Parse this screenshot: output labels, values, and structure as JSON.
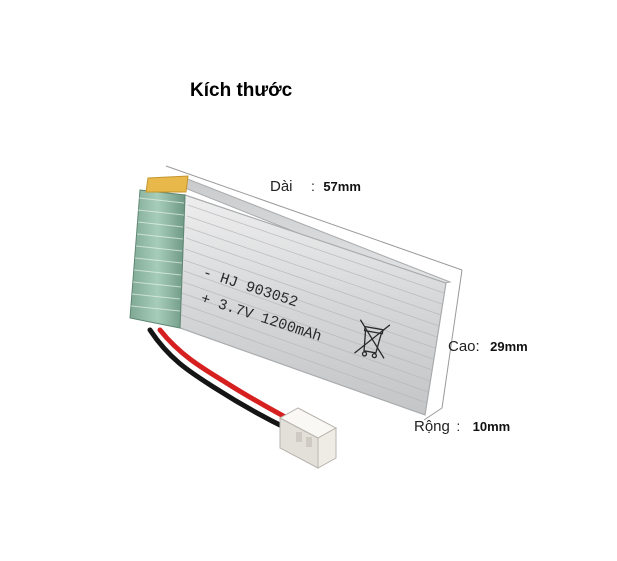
{
  "title": "Kích thước",
  "dimensions": {
    "length": {
      "name": "Dài",
      "separator": ":",
      "value": "57mm"
    },
    "height": {
      "name": "Cao:",
      "value": "29mm"
    },
    "width": {
      "name": "Rộng",
      "separator": ":",
      "value": "10mm"
    }
  },
  "battery_print": {
    "line1": "- HJ 903052",
    "line2": "+ 3.7V 1200mAh"
  },
  "colors": {
    "foil": "#d9dadb",
    "foil_dark": "#a9abad",
    "wrap_green": "#8fb9a4",
    "tape": "#e8b84a",
    "wire_red": "#d62020",
    "wire_black": "#151515",
    "connector": "#f4f2ee"
  }
}
